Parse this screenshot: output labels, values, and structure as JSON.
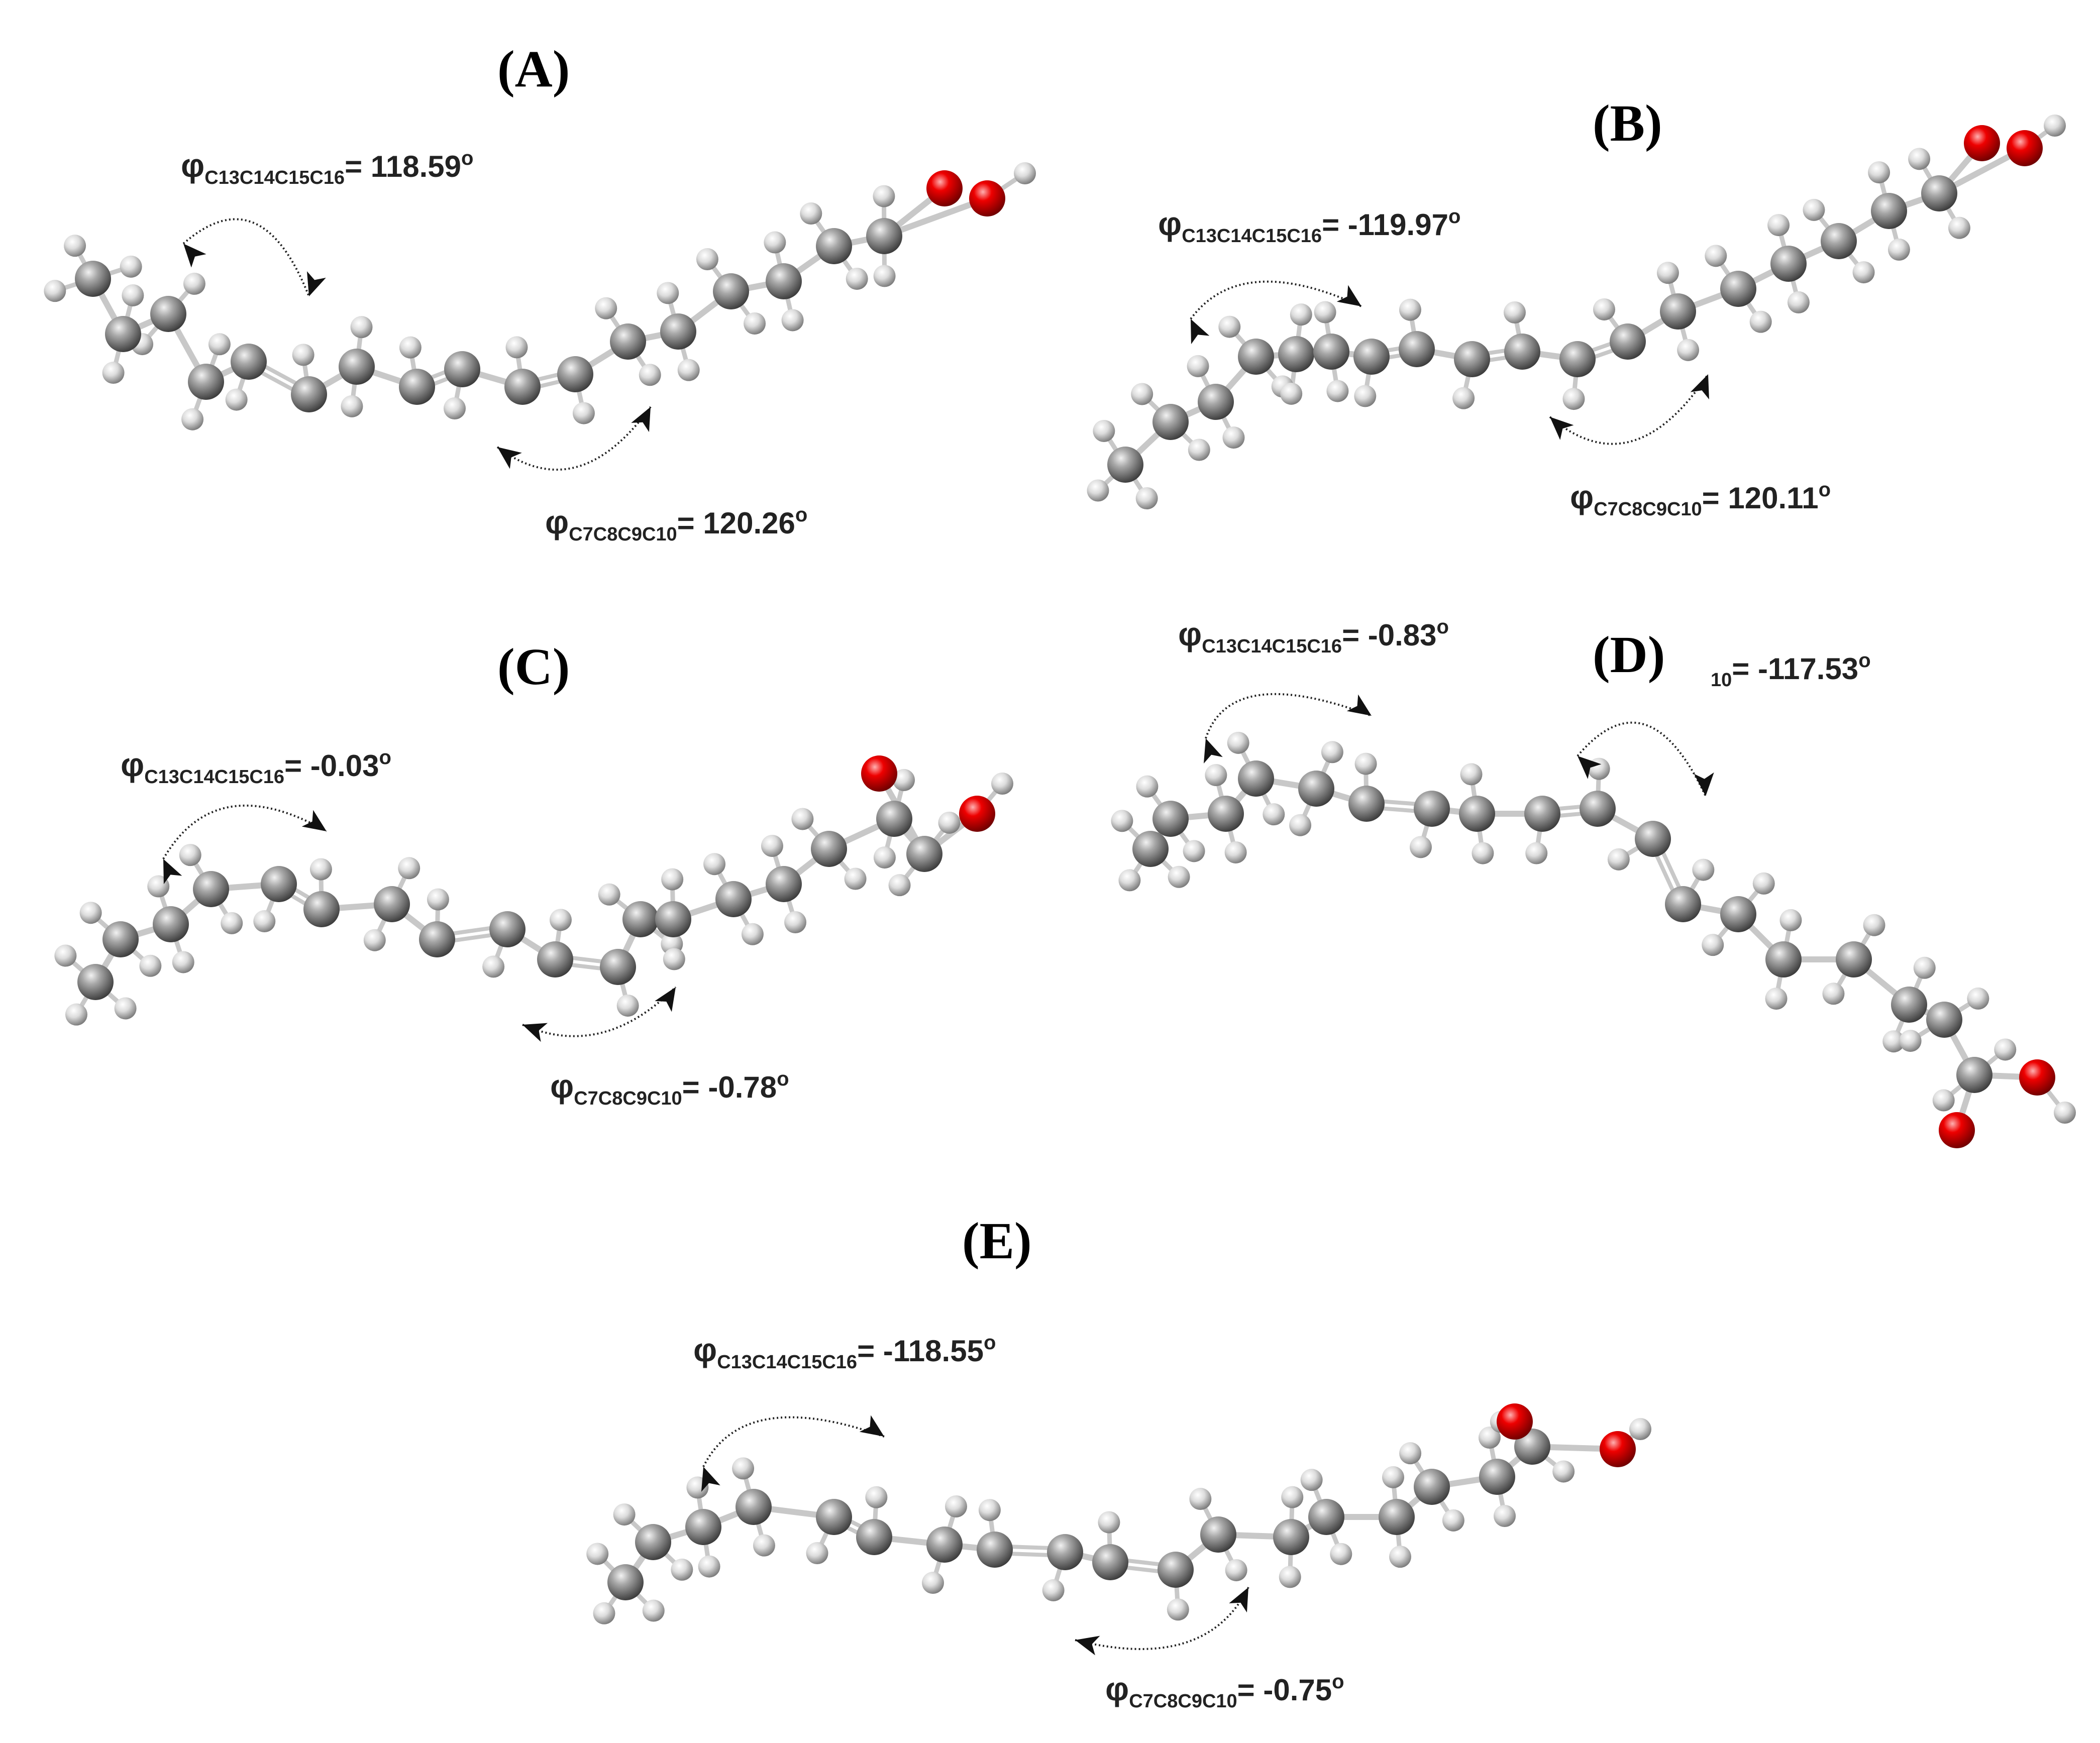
{
  "colors": {
    "carbon": "#808080",
    "hydrogen": "#d0d0d0",
    "oxygen": "#e00000",
    "bond": "#c8c8c8",
    "text": "#222222"
  },
  "panels": [
    {
      "id": "A",
      "label": "(A)",
      "torsions": [
        {
          "symbol": "φ",
          "sub": "C13C14C15C16",
          "value": "= 118.59",
          "deg": "o"
        },
        {
          "symbol": "φ",
          "sub": "C7C8C9C10",
          "value": "= 120.26",
          "deg": "o"
        }
      ]
    },
    {
      "id": "B",
      "label": "(B)",
      "torsions": [
        {
          "symbol": "φ",
          "sub": "C13C14C15C16",
          "value": "= -119.97",
          "deg": "o"
        },
        {
          "symbol": "φ",
          "sub": "C7C8C9C10",
          "value": "= 120.11",
          "deg": "o"
        }
      ]
    },
    {
      "id": "C",
      "label": "(C)",
      "torsions": [
        {
          "symbol": "φ",
          "sub": "C13C14C15C16",
          "value": "= -0.03",
          "deg": "o"
        },
        {
          "symbol": "φ",
          "sub": "C7C8C9C10",
          "value": "= -0.78",
          "deg": "o"
        }
      ]
    },
    {
      "id": "D",
      "label": "(D)",
      "torsions": [
        {
          "symbol": "φ",
          "sub": "C13C14C15C16",
          "value": "= -0.83",
          "deg": "o"
        },
        {
          "symbol": "",
          "sub": "10",
          "value": "= -117.53",
          "deg": "o"
        }
      ]
    },
    {
      "id": "E",
      "label": "(E)",
      "torsions": [
        {
          "symbol": "φ",
          "sub": "C13C14C15C16",
          "value": "= -118.55",
          "deg": "o"
        },
        {
          "symbol": "φ",
          "sub": "C7C8C9C10",
          "value": "= -0.75",
          "deg": "o"
        }
      ]
    }
  ]
}
